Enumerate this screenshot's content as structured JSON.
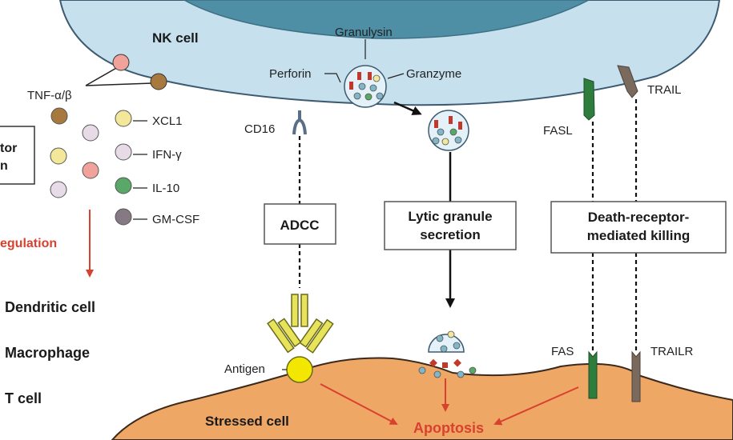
{
  "nk_cell": {
    "title": "NK cell",
    "granule_labels": {
      "granulysin": "Granulysin",
      "perforin": "Perforin",
      "granzyme": "Granzyme"
    },
    "cd16": "CD16",
    "fasl": "FASL",
    "trail": "TRAIL"
  },
  "tnf_label": "TNF-α/β",
  "cytokines": [
    {
      "label": "XCL1",
      "color": "#f3e89a"
    },
    {
      "label": "IFN-γ",
      "color": "#e6dbe6"
    },
    {
      "label": "IL-10",
      "color": "#5aa868"
    },
    {
      "label": "GM-CSF",
      "color": "#857a84"
    }
  ],
  "left_box": {
    "line1": "tor",
    "line2": "n"
  },
  "regulation_label": "egulation",
  "regulated_cells": [
    "Dendritic cell",
    "Macrophage",
    "T cell"
  ],
  "mechanisms": {
    "adcc": "ADCC",
    "lytic": {
      "line1": "Lytic granule",
      "line2": "secretion"
    },
    "death": {
      "line1": "Death-receptor-",
      "line2": "mediated killing"
    }
  },
  "stressed_cell": {
    "title": "Stressed cell",
    "antigen": "Antigen",
    "fas": "FAS",
    "trailr": "TRAILR",
    "outcome": "Apoptosis"
  },
  "colors": {
    "nk_cytoplasm": "#c6e0ee",
    "nucleus": "#4f8fa6",
    "stressed_cell": "#efa766",
    "red_accent": "#d9412f",
    "antibody": "#e7e35a",
    "fasl_green": "#2f7d3c",
    "trail_brown": "#7a6a5e"
  }
}
